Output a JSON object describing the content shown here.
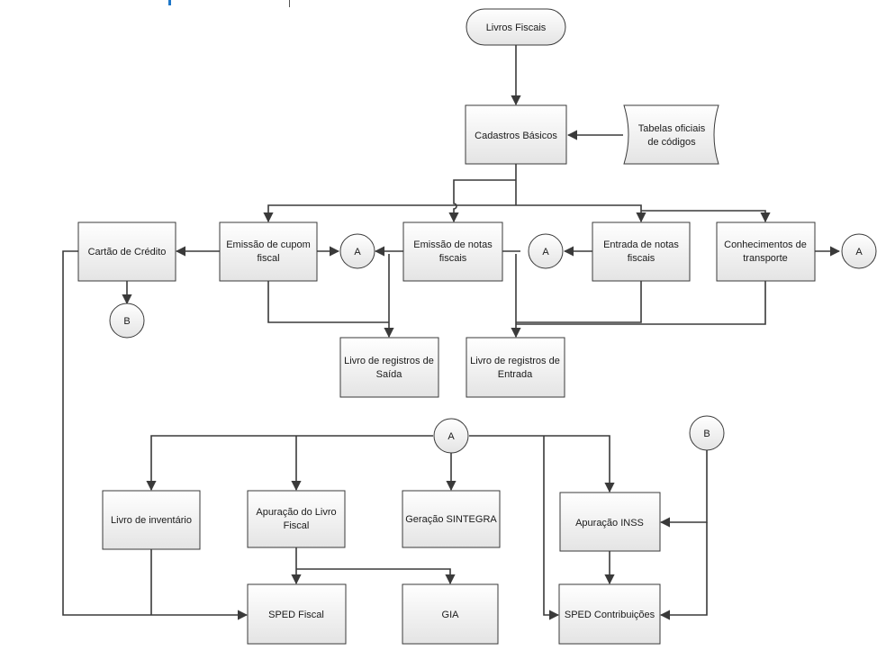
{
  "accent": "#1f77c8",
  "nodes": {
    "livros_fiscais": "Livros Fiscais",
    "cadastros_basicos": "Cadastros Básicos",
    "tabelas": [
      "Tabelas oficiais",
      "de códigos"
    ],
    "cartao_credito": "Cartão de Crédito",
    "cupom": [
      "Emissão de cupom",
      "fiscal"
    ],
    "emissao_notas": [
      "Emissão de notas",
      "fiscais"
    ],
    "entrada_notas": [
      "Entrada de notas",
      "fiscais"
    ],
    "conhecimentos": [
      "Conhecimentos de",
      "transporte"
    ],
    "connector_a": "A",
    "connector_b": "B",
    "livro_saida": [
      "Livro de registros de",
      "Saída"
    ],
    "livro_entrada": [
      "Livro de registros de",
      "Entrada"
    ],
    "livro_inventario": "Livro de inventário",
    "apuracao_livro": [
      "Apuração do Livro",
      "Fiscal"
    ],
    "sintegra": "Geração SINTEGRA",
    "apuracao_inss": "Apuração INSS",
    "sped_fiscal": "SPED Fiscal",
    "gia": "GIA",
    "sped_contrib": "SPED Contribuições"
  }
}
